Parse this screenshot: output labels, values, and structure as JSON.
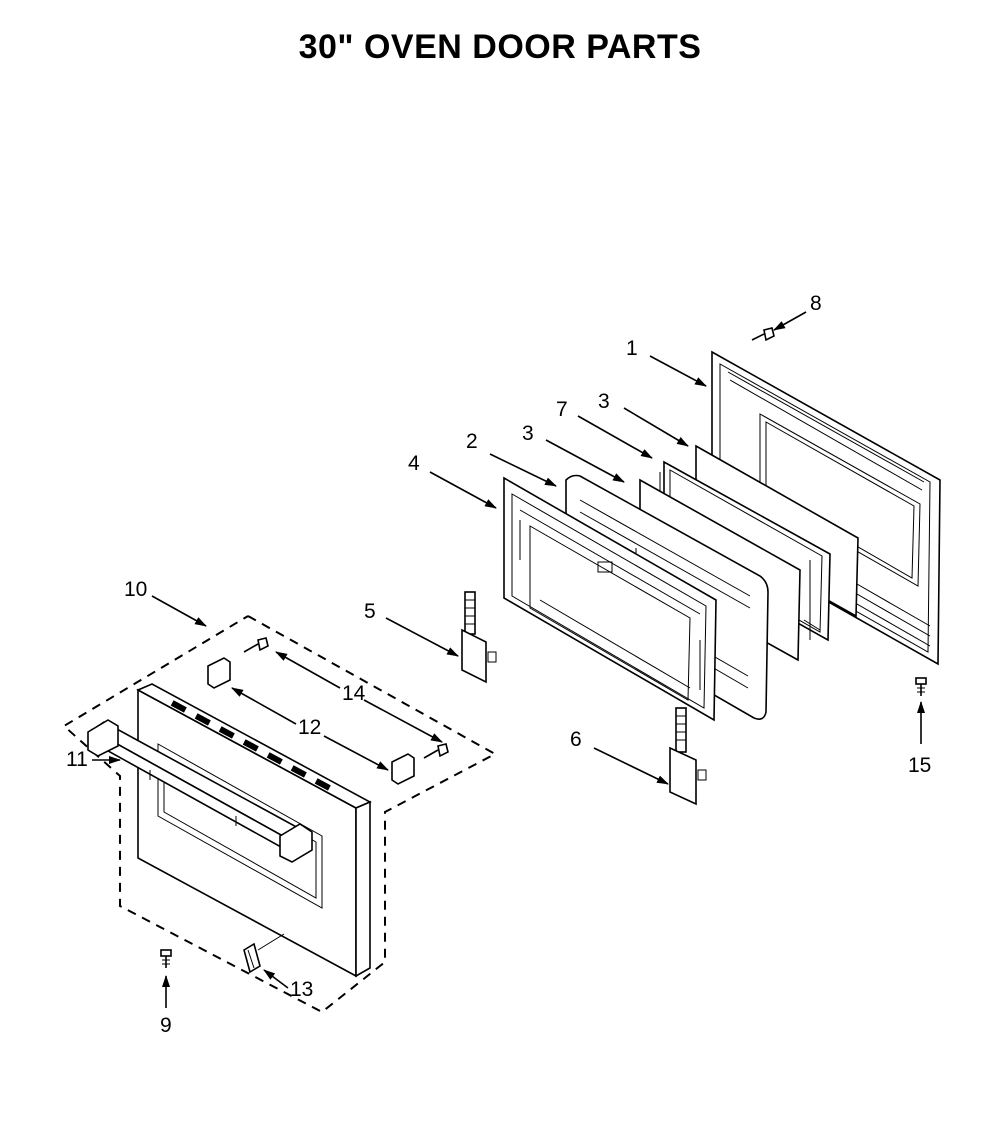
{
  "title": "30\" OVEN DOOR PARTS",
  "callouts": {
    "p1": "1",
    "p2": "2",
    "p3a": "3",
    "p3b": "3",
    "p4": "4",
    "p5": "5",
    "p6": "6",
    "p7": "7",
    "p8": "8",
    "p9": "9",
    "p10": "10",
    "p11": "11",
    "p12": "12",
    "p13": "13",
    "p14": "14",
    "p15": "15"
  }
}
